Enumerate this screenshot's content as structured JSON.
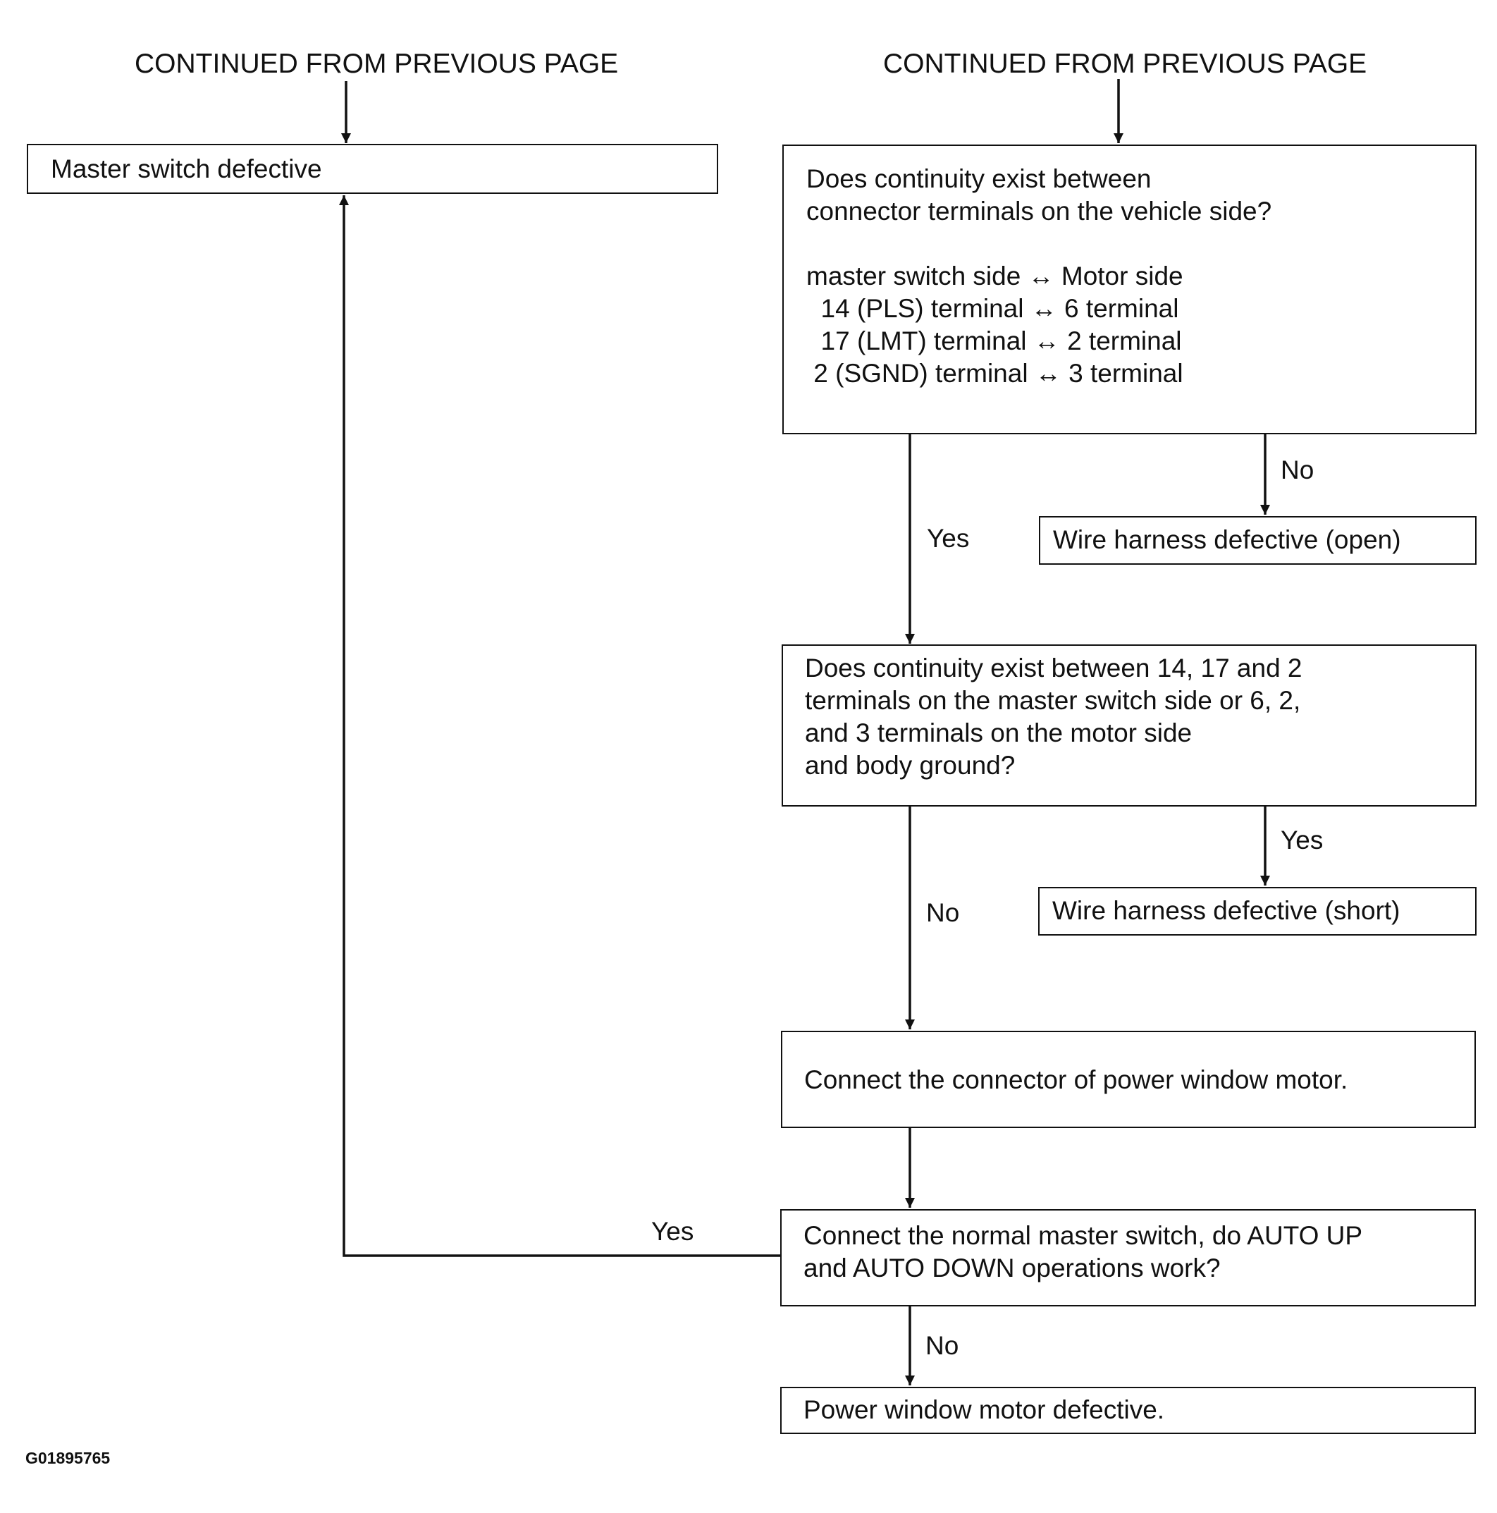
{
  "headers": {
    "left": "CONTINUED FROM PREVIOUS PAGE",
    "right": "CONTINUED FROM PREVIOUS PAGE"
  },
  "boxes": {
    "master_switch_defective": {
      "lines": [
        "Master switch defective"
      ]
    },
    "continuity_vehicle_side": {
      "lines": [
        "Does continuity exist between",
        "connector terminals on the vehicle side?",
        "",
        "master switch side ↔ Motor side",
        "  14 (PLS) terminal ↔ 6 terminal",
        "  17 (LMT) terminal ↔ 2 terminal",
        " 2 (SGND) terminal ↔ 3 terminal"
      ]
    },
    "wire_harness_open": {
      "lines": [
        "Wire harness defective (open)"
      ]
    },
    "continuity_body_ground": {
      "lines": [
        "Does continuity exist between 14, 17 and 2",
        "terminals on the master switch side or 6, 2,",
        "and 3 terminals on the motor side",
        "and body ground?"
      ]
    },
    "wire_harness_short": {
      "lines": [
        "Wire harness defective (short)"
      ]
    },
    "connect_motor": {
      "lines": [
        "Connect the connector of power window motor."
      ]
    },
    "normal_master_switch": {
      "lines": [
        "Connect the normal master switch, do AUTO UP",
        "and AUTO DOWN operations work?"
      ]
    },
    "motor_defective": {
      "lines": [
        "Power window motor defective."
      ]
    }
  },
  "labels": {
    "no_open": "No",
    "yes_to_ground_check": "Yes",
    "yes_short": "Yes",
    "no_to_connect": "No",
    "yes_to_master": "Yes",
    "no_to_motor": "No"
  },
  "figure_id": "G01895765"
}
